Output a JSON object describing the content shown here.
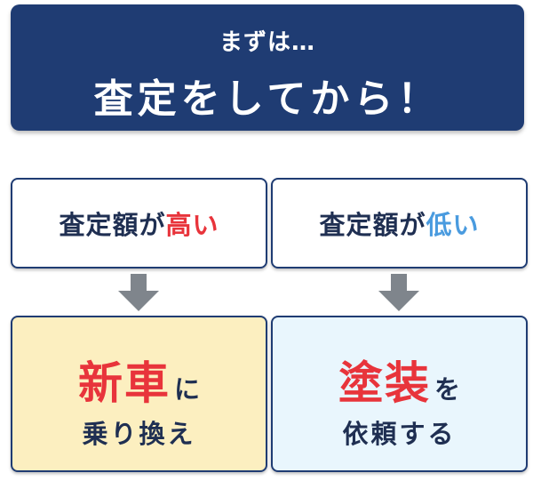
{
  "banner": {
    "line1": "まずは…",
    "line2": "査定をしてから！"
  },
  "left": {
    "condition_prefix": "査定額が",
    "condition_emph": "高い",
    "result_emph": "新車",
    "result_particle": "に",
    "result_line2": "乗り換え"
  },
  "right": {
    "condition_prefix": "査定額が",
    "condition_emph": "低い",
    "result_emph": "塗装",
    "result_particle": "を",
    "result_line2": "依頼する"
  },
  "colors": {
    "navy": "#1f3c73",
    "red": "#e8343b",
    "blue": "#4a9bdf",
    "yellow_fill": "#fcefc0",
    "lightblue_fill": "#e9f6fd",
    "arrow_gray": "#7f858c"
  },
  "icons": [
    "down-arrow-icon",
    "down-arrow-icon"
  ]
}
